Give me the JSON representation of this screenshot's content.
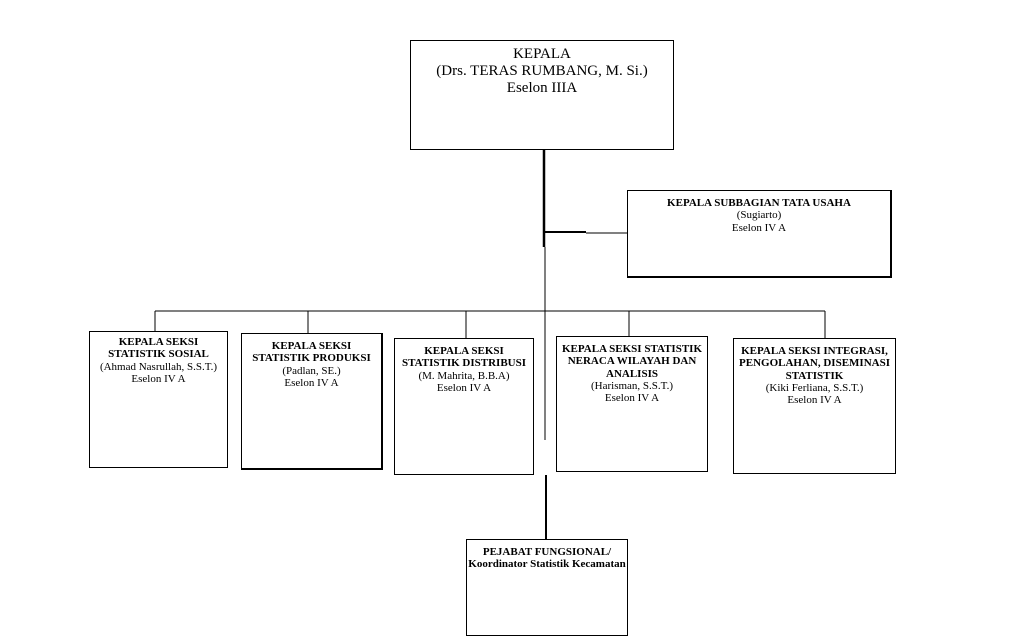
{
  "org_chart": {
    "kepala": {
      "title": "KEPALA",
      "name": "(Drs. TERAS RUMBANG, M. Si.)",
      "eselon": "Eselon IIIA"
    },
    "tata_usaha": {
      "title": "KEPALA SUBBAGIAN TATA USAHA",
      "name": "(Sugiarto)",
      "eselon": "Eselon IV A"
    },
    "seksi": [
      {
        "title": "KEPALA SEKSI STATISTIK SOSIAL",
        "name": "(Ahmad Nasrullah, S.S.T.)",
        "eselon": "Eselon IV A"
      },
      {
        "title": "KEPALA SEKSI STATISTIK PRODUKSI",
        "name": "(Padlan, SE.)",
        "eselon": "Eselon IV A"
      },
      {
        "title": "KEPALA SEKSI STATISTIK DISTRIBUSI",
        "name": "(M. Mahrita, B.B.A)",
        "eselon": "Eselon IV A"
      },
      {
        "title": "KEPALA SEKSI STATISTIK NERACA WILAYAH DAN ANALISIS",
        "name": "(Harisman, S.S.T.)",
        "eselon": "Eselon IV A"
      },
      {
        "title": "KEPALA SEKSI INTEGRASI, PENGOLAHAN, DISEMINASI STATISTIK",
        "name": "(Kiki Ferliana, S.S.T.)",
        "eselon": "Eselon IV A"
      }
    ],
    "fungsional": {
      "title": "PEJABAT FUNGSIONAL/ Koordinator Statistik Kecamatan"
    }
  }
}
